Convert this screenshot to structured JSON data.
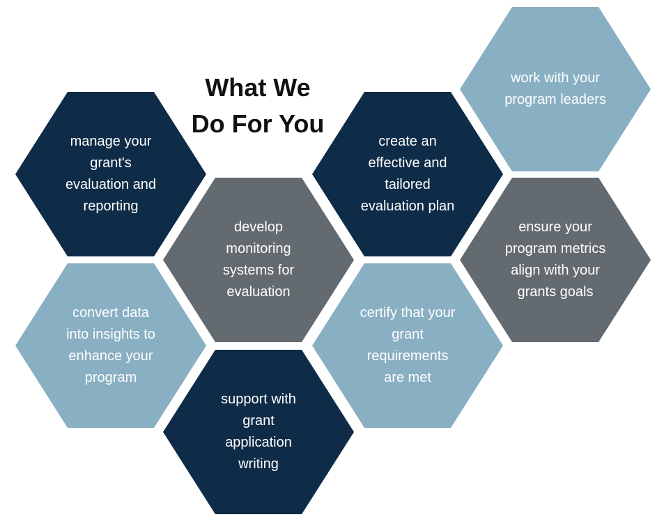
{
  "title": {
    "line1": "What We",
    "line2": "Do For You"
  },
  "colors": {
    "navy": "#0e2b47",
    "slate": "#636b70",
    "light_blue": "#89afc3",
    "text": "#ffffff",
    "title_text": "#111111"
  },
  "hexagons": [
    {
      "id": "manage",
      "color": "navy",
      "lines": [
        "manage your",
        "grant's",
        "evaluation and",
        "reporting"
      ]
    },
    {
      "id": "develop",
      "color": "slate",
      "lines": [
        "develop",
        "monitoring",
        "systems for",
        "evaluation"
      ]
    },
    {
      "id": "convert",
      "color": "light_blue",
      "lines": [
        "convert data",
        "into insights to",
        "enhance your",
        "program"
      ]
    },
    {
      "id": "support",
      "color": "navy",
      "lines": [
        "support with",
        "grant",
        "application",
        "writing"
      ]
    },
    {
      "id": "create",
      "color": "navy",
      "lines": [
        "create an",
        "effective and",
        "tailored",
        "evaluation plan"
      ]
    },
    {
      "id": "certify",
      "color": "light_blue",
      "lines": [
        "certify that your",
        "grant",
        "requirements",
        "are met"
      ]
    },
    {
      "id": "work",
      "color": "light_blue",
      "lines": [
        "work with your",
        "program leaders"
      ]
    },
    {
      "id": "ensure",
      "color": "slate",
      "lines": [
        "ensure your",
        "program metrics",
        "align with your",
        "grants goals"
      ]
    }
  ]
}
